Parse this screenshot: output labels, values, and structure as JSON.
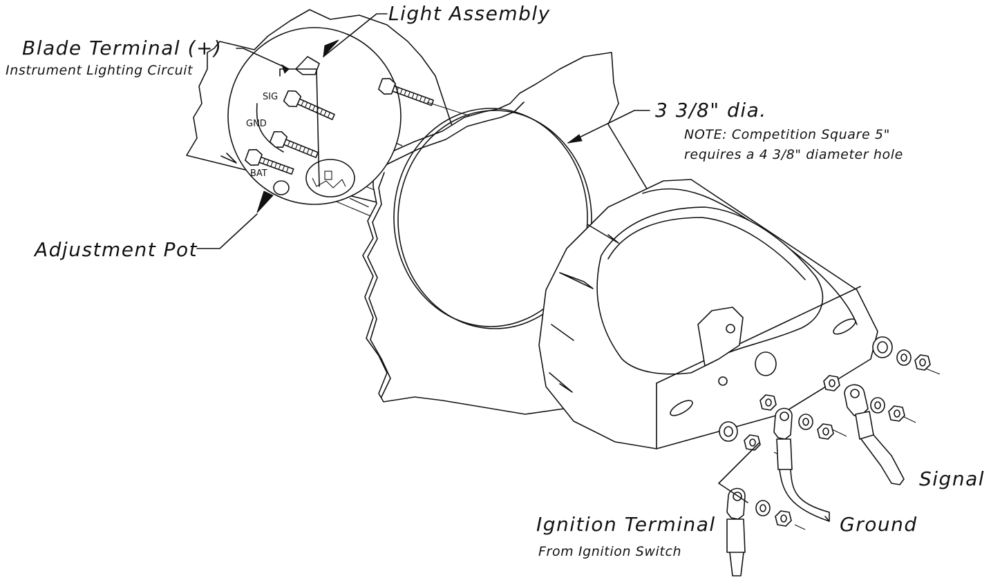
{
  "labels": {
    "light_assembly": "Light Assembly",
    "blade_terminal": "Blade Terminal (+)",
    "instrument_lighting": "Instrument Lighting Circuit",
    "diameter": "3 3/8\" dia.",
    "note_line1": "NOTE: Competition Square 5\"",
    "note_line2": "requires a 4 3/8\" diameter hole",
    "adjustment_pot": "Adjustment Pot",
    "signal": "Signal",
    "ground": "Ground",
    "ignition_terminal": "Ignition Terminal",
    "from_ignition": "From Ignition Switch"
  },
  "terminals": {
    "sig": "SIG",
    "gnd": "GND",
    "bat": "BAT"
  },
  "icons": [
    "gauge-back-icon",
    "panel-icon",
    "mounting-bracket-icon",
    "ring-terminal-icon",
    "hex-nut-icon",
    "washer-icon",
    "stud-icon"
  ],
  "colors": {
    "ink": "#111111",
    "paper": "#ffffff"
  }
}
